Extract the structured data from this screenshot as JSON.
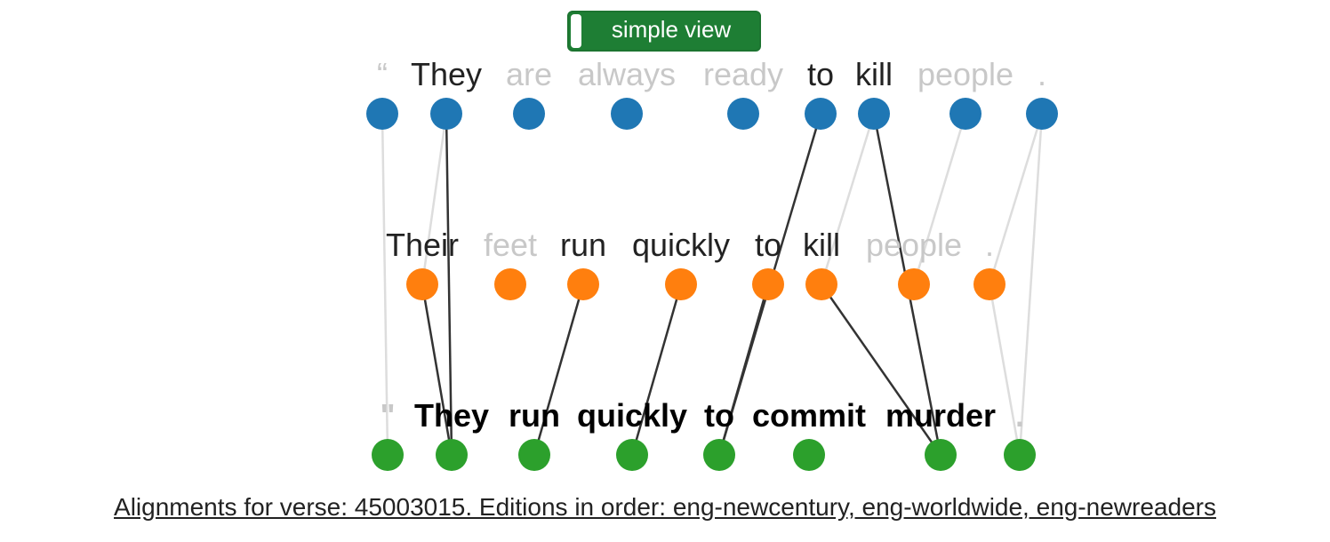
{
  "toggle": {
    "label": "simple view",
    "color": "#1e7e34"
  },
  "colors": {
    "row1": "#1f77b4",
    "row2": "#ff7f0e",
    "row3": "#2ca02c",
    "aligned_text": "#222222",
    "unaligned_text": "#c8c8c8",
    "link_strong": "#333333",
    "link_weak": "#dddddd"
  },
  "rows": [
    {
      "edition": "eng-newcentury",
      "bold": false,
      "tokens": [
        {
          "text": "“",
          "aligned": false
        },
        {
          "text": "They",
          "aligned": true
        },
        {
          "text": "are",
          "aligned": false
        },
        {
          "text": "always",
          "aligned": false
        },
        {
          "text": "ready",
          "aligned": false
        },
        {
          "text": "to",
          "aligned": true
        },
        {
          "text": "kill",
          "aligned": true
        },
        {
          "text": "people",
          "aligned": false
        },
        {
          "text": ".",
          "aligned": false
        }
      ]
    },
    {
      "edition": "eng-worldwide",
      "bold": false,
      "tokens": [
        {
          "text": "Their",
          "aligned": true
        },
        {
          "text": "feet",
          "aligned": false
        },
        {
          "text": "run",
          "aligned": true
        },
        {
          "text": "quickly",
          "aligned": true
        },
        {
          "text": "to",
          "aligned": true
        },
        {
          "text": "kill",
          "aligned": true
        },
        {
          "text": "people",
          "aligned": false
        },
        {
          "text": ".",
          "aligned": false
        }
      ]
    },
    {
      "edition": "eng-newreaders",
      "bold": true,
      "tokens": [
        {
          "text": "\"",
          "aligned": false
        },
        {
          "text": "They",
          "aligned": true
        },
        {
          "text": "run",
          "aligned": true
        },
        {
          "text": "quickly",
          "aligned": true
        },
        {
          "text": "to",
          "aligned": true
        },
        {
          "text": "commit",
          "aligned": true
        },
        {
          "text": "murder",
          "aligned": true
        },
        {
          "text": ".",
          "aligned": false
        }
      ]
    }
  ],
  "links": [
    {
      "from": [
        0,
        0
      ],
      "to": [
        2,
        0
      ],
      "strength": "weak"
    },
    {
      "from": [
        0,
        1
      ],
      "to": [
        1,
        0
      ],
      "strength": "weak"
    },
    {
      "from": [
        0,
        1
      ],
      "to": [
        2,
        1
      ],
      "strength": "strong"
    },
    {
      "from": [
        0,
        5
      ],
      "to": [
        2,
        4
      ],
      "strength": "strong"
    },
    {
      "from": [
        0,
        6
      ],
      "to": [
        1,
        5
      ],
      "strength": "weak"
    },
    {
      "from": [
        0,
        6
      ],
      "to": [
        2,
        6
      ],
      "strength": "strong"
    },
    {
      "from": [
        0,
        7
      ],
      "to": [
        1,
        6
      ],
      "strength": "weak"
    },
    {
      "from": [
        0,
        8
      ],
      "to": [
        1,
        7
      ],
      "strength": "weak"
    },
    {
      "from": [
        0,
        8
      ],
      "to": [
        2,
        7
      ],
      "strength": "weak"
    },
    {
      "from": [
        1,
        0
      ],
      "to": [
        2,
        1
      ],
      "strength": "strong"
    },
    {
      "from": [
        1,
        2
      ],
      "to": [
        2,
        2
      ],
      "strength": "strong"
    },
    {
      "from": [
        1,
        3
      ],
      "to": [
        2,
        3
      ],
      "strength": "strong"
    },
    {
      "from": [
        1,
        4
      ],
      "to": [
        2,
        4
      ],
      "strength": "strong"
    },
    {
      "from": [
        1,
        5
      ],
      "to": [
        2,
        6
      ],
      "strength": "strong"
    },
    {
      "from": [
        1,
        7
      ],
      "to": [
        2,
        7
      ],
      "strength": "weak"
    }
  ],
  "caption": "Alignments for verse: 45003015. Editions in order: eng-newcentury, eng-worldwide, eng-newreaders"
}
